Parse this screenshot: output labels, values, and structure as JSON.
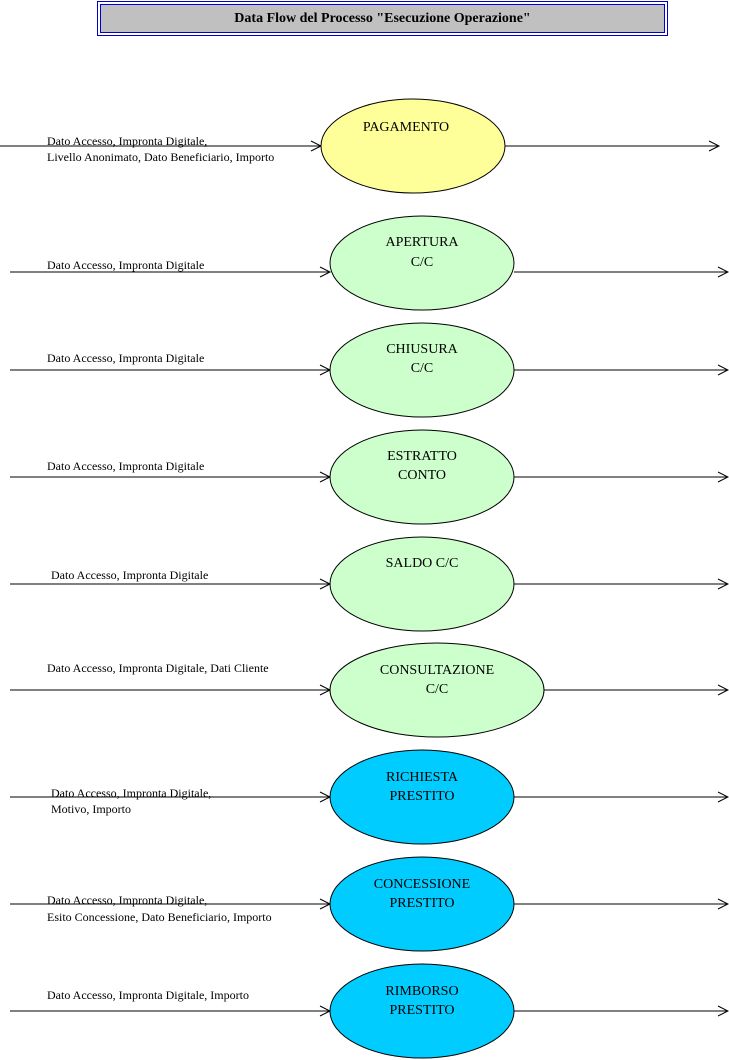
{
  "title": "Data Flow del Processo \"Esecuzione Operazione\"",
  "processes": [
    {
      "name": "pagamento",
      "lines": [
        "PAGAMENTO"
      ],
      "input": [
        "Dato Accesso, Impronta Digitale,",
        "Livello Anonimato, Dato Beneficiario, Importo"
      ],
      "fill": "#ffff99"
    },
    {
      "name": "apertura-cc",
      "lines": [
        "APERTURA",
        "C/C"
      ],
      "input": [
        "Dato Accesso, Impronta Digitale"
      ],
      "fill": "#ccffcc"
    },
    {
      "name": "chiusura-cc",
      "lines": [
        "CHIUSURA",
        "C/C"
      ],
      "input": [
        "Dato Accesso, Impronta Digitale"
      ],
      "fill": "#ccffcc"
    },
    {
      "name": "estratto-conto",
      "lines": [
        "ESTRATTO",
        "CONTO"
      ],
      "input": [
        "Dato Accesso, Impronta Digitale"
      ],
      "fill": "#ccffcc"
    },
    {
      "name": "saldo-cc",
      "lines": [
        "SALDO C/C"
      ],
      "input": [
        "Dato Accesso, Impronta Digitale"
      ],
      "fill": "#ccffcc"
    },
    {
      "name": "consultazione-cc",
      "lines": [
        "CONSULTAZIONE",
        "C/C"
      ],
      "input": [
        "Dato Accesso, Impronta Digitale, Dati Cliente"
      ],
      "fill": "#ccffcc"
    },
    {
      "name": "richiesta-prestito",
      "lines": [
        "RICHIESTA",
        "PRESTITO"
      ],
      "input": [
        "Dato Accesso, Impronta Digitale,",
        "Motivo, Importo"
      ],
      "fill": "#00ccff"
    },
    {
      "name": "concessione-prestito",
      "lines": [
        "CONCESSIONE",
        "PRESTITO"
      ],
      "input": [
        "Dato Accesso, Impronta Digitale,",
        "Esito Concessione, Dato Beneficiario, Importo"
      ],
      "fill": "#00ccff"
    },
    {
      "name": "rimborso-prestito",
      "lines": [
        "RIMBORSO",
        "PRESTITO"
      ],
      "input": [
        "Dato Accesso, Impronta Digitale, Importo"
      ],
      "fill": "#00ccff"
    }
  ]
}
